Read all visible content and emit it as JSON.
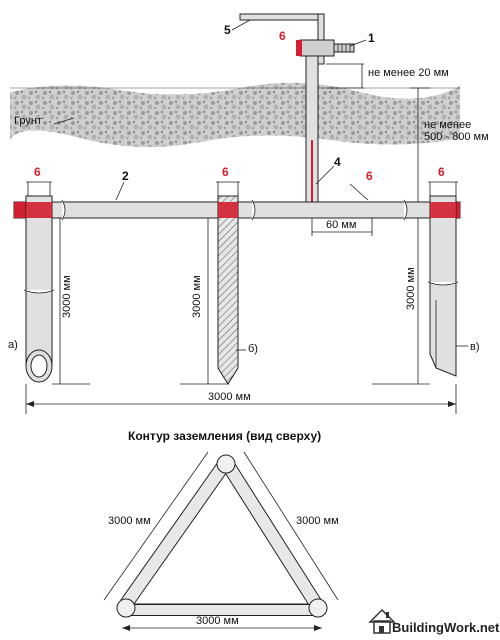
{
  "labels": {
    "part1": "1",
    "part2": "2",
    "part4": "4",
    "part5": "5",
    "weld": "6",
    "soil": "Грунт",
    "min20": "не менее 20 мм",
    "minDepth1": "не менее",
    "minDepth2": "500 - 800 мм",
    "strip60": "60 мм",
    "rod3000": "3000 мм",
    "span3000": "3000 мм",
    "variantA": "а)",
    "variantB": "б)",
    "variantC": "в)",
    "topViewTitle": "Контур заземления (вид сверху)",
    "triLeft": "3000 мм",
    "triRight": "3000 мм",
    "triBottom": "3000 мм",
    "brand": "BuildingWork.net"
  },
  "icons": {
    "brand": "house-icon"
  },
  "colors": {
    "weld": "#d1202f",
    "pipe": "#e0e0e0",
    "line": "#222222"
  }
}
